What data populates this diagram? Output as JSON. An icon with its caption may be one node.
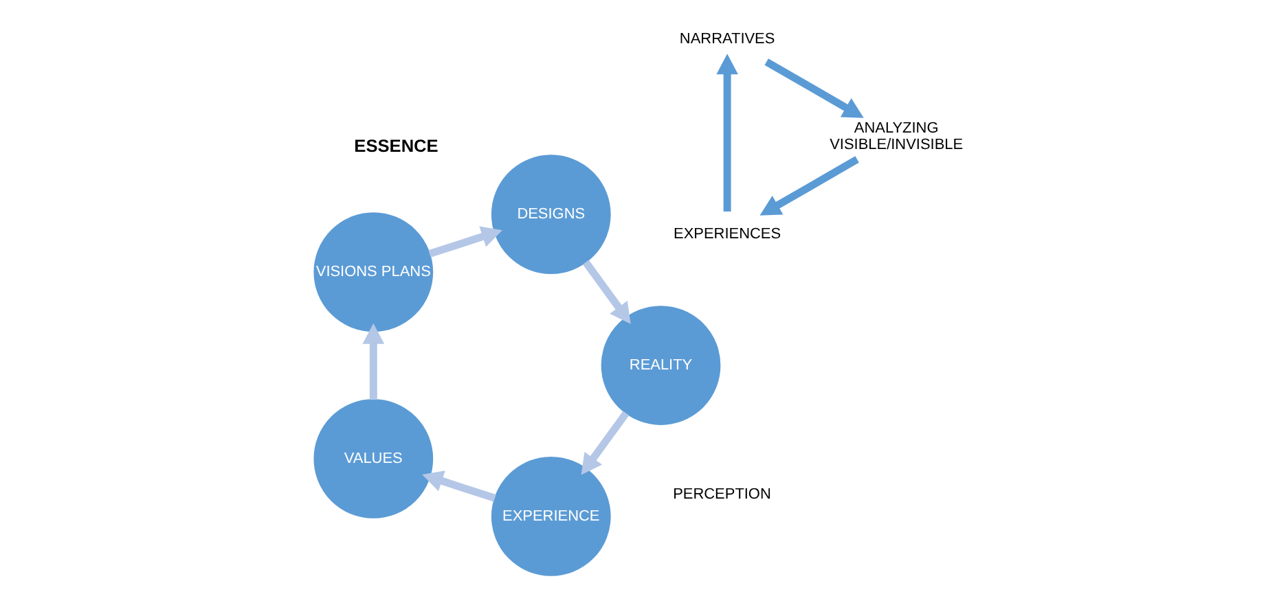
{
  "diagram": {
    "nodes": [
      {
        "text": [
          "EXPERIENCE"
        ]
      },
      {
        "text": [
          "VALUES"
        ]
      },
      {
        "text": [
          "VISIONS PLANS"
        ]
      },
      {
        "text": [
          "DESIGNS"
        ]
      },
      {
        "text": [
          "REALITY"
        ]
      },
      {
        "text": [
          "EXPERIENCES"
        ]
      },
      {
        "text": [
          "NARRATIVES"
        ]
      },
      {
        "text": [
          "ANALYZING VISIBLE/INVISIBLE"
        ]
      }
    ],
    "edges": [
      {
        "from": 0,
        "to": 1,
        "arrow": "to"
      },
      {
        "from": 1,
        "to": 2,
        "arrow": "to"
      },
      {
        "from": 2,
        "to": 3,
        "arrow": "to"
      },
      {
        "from": 3,
        "to": 4,
        "arrow": "to"
      },
      {
        "from": 4,
        "to": 0,
        "arrow": "to"
      },
      {
        "from": 5,
        "to": 6,
        "arrow": "to",
        "color": "#5b9bd5"
      },
      {
        "from": 6,
        "to": 7,
        "arrow": "to",
        "color": "#5b9bd5"
      },
      {
        "from": 7,
        "to": 5,
        "arrow": "to",
        "color": "#5b9bd5"
      }
    ],
    "labels": [
      "PERCEPTION",
      "ESSENCE"
    ]
  }
}
